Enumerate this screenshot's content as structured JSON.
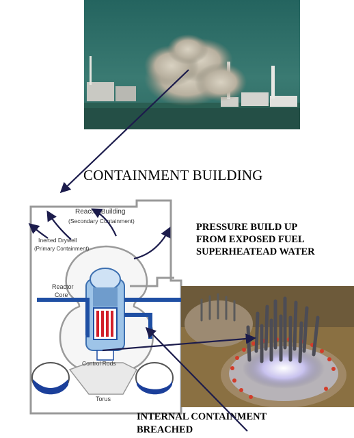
{
  "heading": "CONTAINMENT BUILDING",
  "pressure_caption": {
    "lines": [
      "PRESSURE BUILD UP",
      "FROM EXPOSED FUEL",
      "SUPERHEATEAD WATER"
    ]
  },
  "breach_caption": {
    "lines": [
      "INTERNAL CONTAINMENT",
      "BREACHED"
    ]
  },
  "diagram_labels": {
    "reactor_building": "Reactor Building",
    "secondary_containment": "(Secondary Containment)",
    "drywell": "Inerted Drywell",
    "primary_containment": "(Primary Containment)",
    "reactor": "Reactor",
    "core": "Core",
    "control_rods": "Control Rods",
    "torus": "Torus"
  },
  "colors": {
    "arrow": "#1c1c4c",
    "vessel_blue": "#1f4fa3",
    "sky_teal": "#2f6f6e",
    "water_blue": "#1b3f9a",
    "fuel_red": "#d21f2a"
  }
}
